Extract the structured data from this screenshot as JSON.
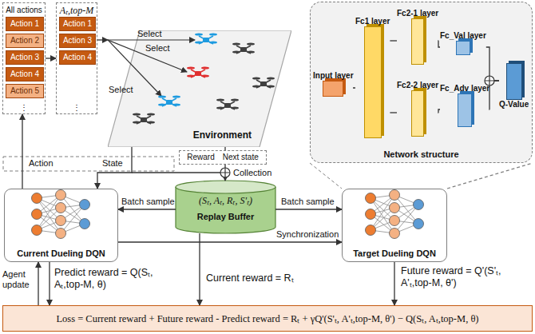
{
  "diagram": {
    "nodes": [
      {
        "text": [
          "All actions",
          "⋮"
        ]
      },
      {
        "text": [
          "Action 1"
        ],
        "in": 0
      },
      {
        "text": [
          "Action 2"
        ],
        "in": 0
      },
      {
        "text": [
          "Action 3"
        ],
        "in": 0
      },
      {
        "text": [
          "Action 4"
        ],
        "in": 0
      },
      {
        "text": [
          "Action 5"
        ],
        "in": 0
      },
      {
        "text": [
          "Aₜ,top-M",
          "⋮"
        ]
      },
      {
        "text": [
          "Action 1"
        ],
        "in": 6
      },
      {
        "text": [
          "Action 3"
        ],
        "in": 6
      },
      {
        "text": [
          "Action 4"
        ],
        "in": 6
      },
      {
        "text": [
          "Environment"
        ]
      },
      {
        "text": [
          "Reward",
          "Next state"
        ]
      },
      {
        "text": [
          "Current Dueling DQN"
        ]
      },
      {
        "text": [
          "(Sₜ, Aₜ, Rₜ, S'ₜ)",
          "Replay Buffer"
        ]
      },
      {
        "text": [
          "Target Dueling DQN"
        ]
      },
      {
        "text": [
          "Network structure"
        ]
      },
      {
        "text": [
          "Input layer"
        ],
        "in": 15
      },
      {
        "text": [
          "Fc1 layer"
        ],
        "in": 15
      },
      {
        "text": [
          "Fc2-1 layer"
        ],
        "in": 15
      },
      {
        "text": [
          "Fc2-2 layer"
        ],
        "in": 15
      },
      {
        "text": [
          "Fc_Val layer"
        ],
        "in": 15
      },
      {
        "text": [
          "Fc_Adv layer"
        ],
        "in": 15
      },
      {
        "text": [
          "Q-Value"
        ],
        "in": 15
      },
      {
        "text": [
          "Loss = Current reward + Future reward - Predict reward = Rₜ + γQ'(S'ₜ, A'ₜ,top-M, θ') − Q(Sₜ, Aₜ,top-M, θ)"
        ]
      }
    ],
    "edges": [
      {
        "from": 0,
        "to": 6,
        "arrow": "to"
      },
      {
        "from": 6,
        "to": 10,
        "arrow": "to"
      },
      {
        "from": 12,
        "to": 0,
        "arrow": "to",
        "label": "Action"
      },
      {
        "from": 10,
        "to": 12,
        "arrow": "to",
        "label": "State"
      },
      {
        "from": 10,
        "to": 11,
        "arrow": "none"
      },
      {
        "from": 11,
        "to": 13,
        "arrow": "to",
        "label": "Collection"
      },
      {
        "from": 13,
        "to": 12,
        "arrow": "to",
        "label": "Batch sample"
      },
      {
        "from": 13,
        "to": 14,
        "arrow": "to",
        "label": "Batch sample"
      },
      {
        "from": 12,
        "to": 14,
        "arrow": "to",
        "label": "Synchronization"
      },
      {
        "from": 14,
        "to": 15,
        "arrow": "none"
      },
      {
        "from": 12,
        "to": 23,
        "arrow": "to",
        "label": "Predict reward = Q(Sₜ, Aₜ,top-M, θ)"
      },
      {
        "from": 23,
        "to": 12,
        "arrow": "to",
        "label": "Agent update"
      },
      {
        "from": 13,
        "to": 23,
        "arrow": "to",
        "label": "Current reward = Rₜ"
      },
      {
        "from": 14,
        "to": 23,
        "arrow": "to",
        "label": "Future reward = Q'(S'ₜ, A'ₜ,top-M, θ')"
      },
      {
        "from": 16,
        "to": 17,
        "arrow": "none"
      },
      {
        "from": 17,
        "to": 18,
        "arrow": "none"
      },
      {
        "from": 17,
        "to": 19,
        "arrow": "none"
      },
      {
        "from": 18,
        "to": 20,
        "arrow": "none"
      },
      {
        "from": 19,
        "to": 21,
        "arrow": "none"
      },
      {
        "from": 20,
        "to": 22,
        "arrow": "none"
      },
      {
        "from": 21,
        "to": 22,
        "arrow": "none"
      }
    ],
    "labels": [
      "Select",
      "Select",
      "Select"
    ]
  }
}
